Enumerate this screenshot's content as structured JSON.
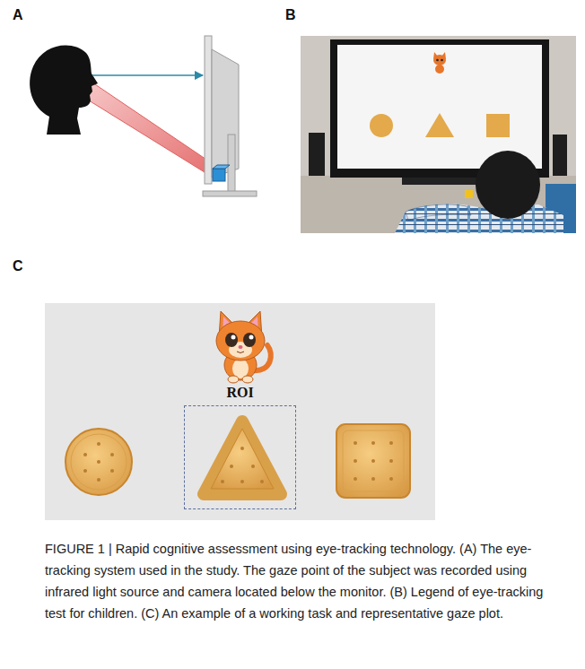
{
  "diagram": {
    "caption": "FIGURE 1 | Rapid cognitive assessment using eye-tracking technology. (A) The eye-tracking system used in the study. The gaze point of the subject was recorded using infrared light source and camera located below the monitor. (B) Legend of eye-tracking test for children. (C) An example of a working task and representative gaze plot.",
    "nodes": [
      {
        "text": [
          "ROI"
        ]
      }
    ],
    "labels": [
      "A",
      "B",
      "C"
    ]
  }
}
